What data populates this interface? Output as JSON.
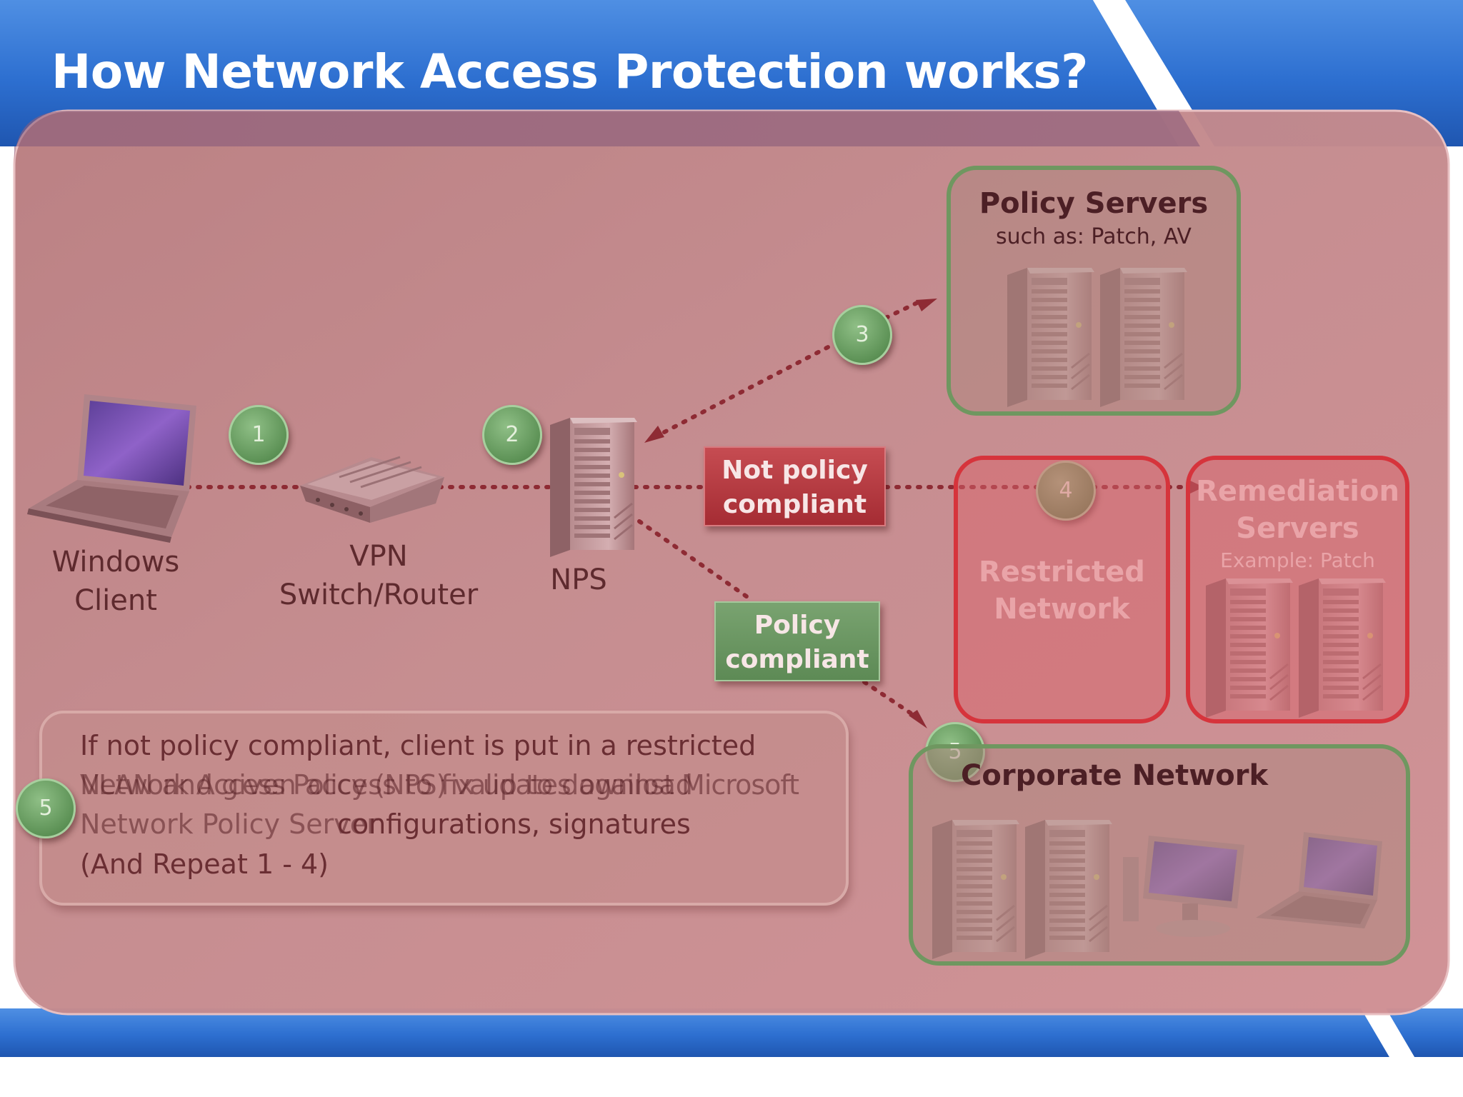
{
  "slide": {
    "title": "How Network Access Protection works?"
  },
  "nodes": {
    "windows_client": [
      "Windows",
      "Client"
    ],
    "vpn_switch_router": [
      "VPN",
      "Switch/Router"
    ],
    "nps": "NPS"
  },
  "steps": {
    "s1": "1",
    "s2": "2",
    "s3": "3",
    "s4": "4",
    "s5_corporate": "5",
    "s5_note": "5"
  },
  "tags": {
    "not_compliant": [
      "Not policy",
      "compliant"
    ],
    "compliant": [
      "Policy",
      "compliant"
    ]
  },
  "policy_servers": {
    "title": "Policy Servers",
    "subtitle": "such as: Patch, AV"
  },
  "restricted_network": {
    "title": [
      "Restricted",
      "Network"
    ]
  },
  "remediation_servers": {
    "title": [
      "Remediation",
      "Servers"
    ],
    "subtitle": "Example: Patch"
  },
  "corporate_network": {
    "title": "Corporate Network"
  },
  "note": {
    "line1": "If not policy compliant, client is put in a restricted",
    "line2_overlap_a": "VLAN and given access to fix up to download",
    "line2_overlap_b": "Network Access Policy (NPS) validates against Microsoft",
    "line3_overlap": "Network Policy Server",
    "line3_suffix": "configurations, signatures",
    "line4": "(And Repeat 1 - 4)"
  },
  "colors": {
    "header_blue": "#2d6fd0",
    "overlay_red": "#c47f84",
    "green_border": "#6f9760",
    "red_border": "#d6343c"
  }
}
